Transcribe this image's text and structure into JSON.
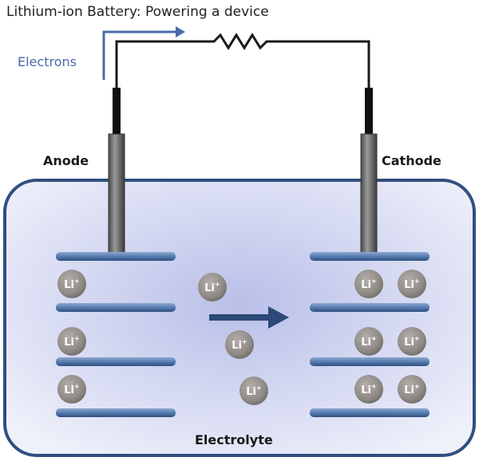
{
  "diagram": {
    "title": "Lithium-ion Battery: Powering a device",
    "electrons_label": "Electrons",
    "anode_label": "Anode",
    "cathode_label": "Cathode",
    "electrolyte_label": "Electrolyte",
    "ion_label": "Li",
    "ion_charge": "+"
  },
  "colors": {
    "container_border": "#2f4f7f",
    "electrolyte_light": "#eef0fa",
    "electrolyte_dark": "#c7cbec",
    "plate": "#4f77ae",
    "ion": "#8f8a86",
    "arrow": "#2c4977",
    "electrons_arrow": "#4a6aa8",
    "wire": "#1a1a1a"
  }
}
